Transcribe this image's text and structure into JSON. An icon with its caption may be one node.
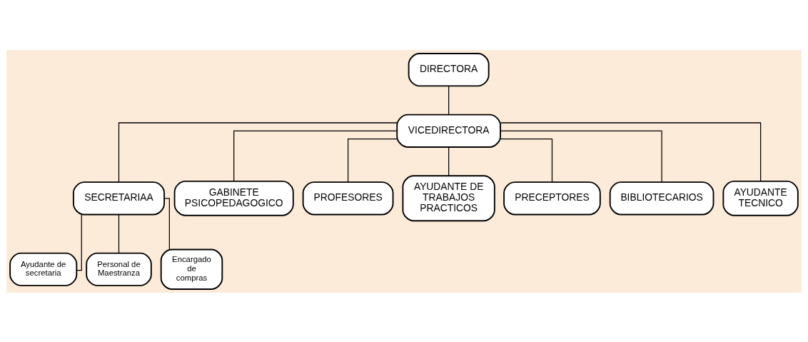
{
  "diagram": {
    "nodes": [
      {
        "text": [
          "DIRECTORA"
        ]
      },
      {
        "text": [
          "VICEDIRECTORA"
        ]
      },
      {
        "text": [
          "SECRETARIAA"
        ]
      },
      {
        "text": [
          "GABINETE PSICOPEDAGOGICO"
        ]
      },
      {
        "text": [
          "PROFESORES"
        ]
      },
      {
        "text": [
          "AYUDANTE DE TRABAJOS PRACTICOS"
        ]
      },
      {
        "text": [
          "PRECEPTORES"
        ]
      },
      {
        "text": [
          "BIBLIOTECARIOS"
        ]
      },
      {
        "text": [
          "AYUDANTE TECNICO"
        ]
      },
      {
        "text": [
          "Ayudante de secretaria"
        ]
      },
      {
        "text": [
          "Personal de Maestranza"
        ]
      },
      {
        "text": [
          "Encargado de compras"
        ]
      }
    ],
    "edges": [
      {
        "from": 0,
        "to": 1,
        "arrow": "none"
      },
      {
        "from": 1,
        "to": 2,
        "arrow": "none"
      },
      {
        "from": 1,
        "to": 3,
        "arrow": "none"
      },
      {
        "from": 1,
        "to": 4,
        "arrow": "none"
      },
      {
        "from": 1,
        "to": 5,
        "arrow": "none"
      },
      {
        "from": 1,
        "to": 6,
        "arrow": "none"
      },
      {
        "from": 1,
        "to": 7,
        "arrow": "none"
      },
      {
        "from": 1,
        "to": 8,
        "arrow": "none"
      },
      {
        "from": 2,
        "to": 9,
        "arrow": "none"
      },
      {
        "from": 2,
        "to": 10,
        "arrow": "none"
      },
      {
        "from": 2,
        "to": 11,
        "arrow": "none"
      }
    ]
  }
}
